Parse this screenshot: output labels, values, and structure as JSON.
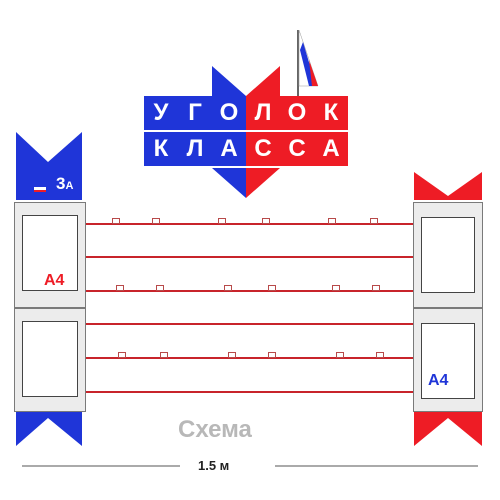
{
  "title": {
    "row1": [
      "У",
      "Г",
      "О",
      "Л",
      "О",
      "К"
    ],
    "row2": [
      "К",
      "Л",
      "А",
      "С",
      "С",
      "А"
    ]
  },
  "class_badge": "3",
  "class_badge_letter": "А",
  "pocket_labels": {
    "left": "А4",
    "right": "А4"
  },
  "caption": "Схема",
  "dimension": "1.5 м",
  "colors": {
    "blue": "#1f35d8",
    "red": "#ee1c25",
    "rail": "#c8242b",
    "caption": "#b8b8b8"
  },
  "flag": {
    "stripes": [
      "#ffffff",
      "#1f35d8",
      "#ee1c25"
    ]
  }
}
